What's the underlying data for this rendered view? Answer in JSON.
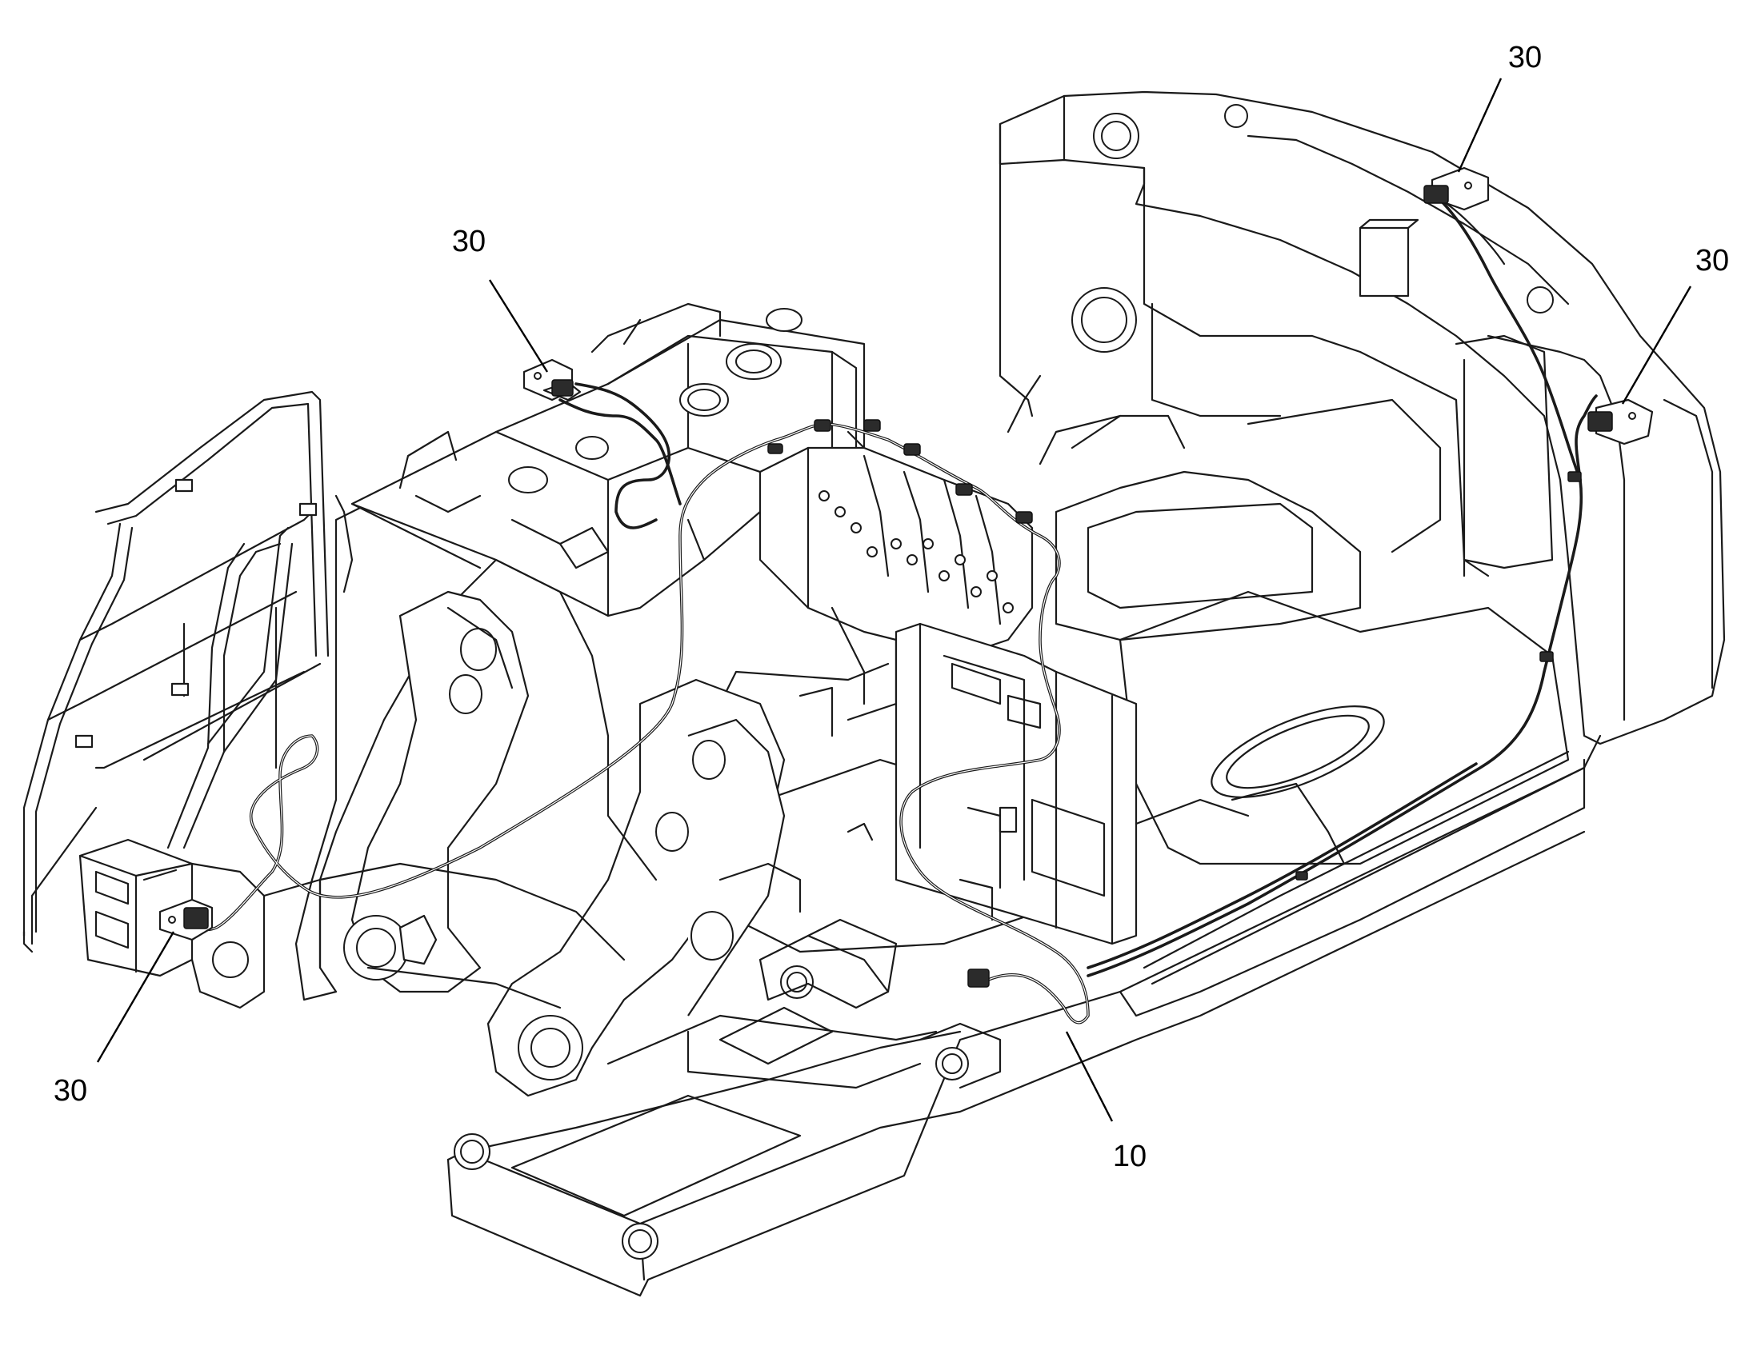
{
  "callouts": [
    {
      "id": "callout-top-left",
      "label": "30"
    },
    {
      "id": "callout-top-right",
      "label": "30"
    },
    {
      "id": "callout-right",
      "label": "30"
    },
    {
      "id": "callout-bottom-left",
      "label": "30"
    },
    {
      "id": "callout-bottom-center",
      "label": "10"
    }
  ]
}
